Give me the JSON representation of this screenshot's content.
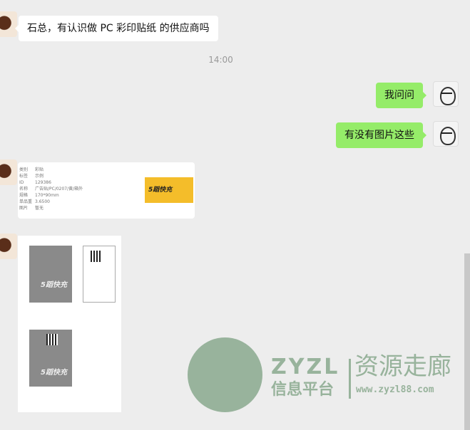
{
  "messages": [
    {
      "side": "left",
      "text": "石总，有认识做 PC 彩印贴纸 的供应商吗"
    },
    {
      "side": "right",
      "text": "我问问"
    },
    {
      "side": "right",
      "text": "有没有图片这些"
    }
  ],
  "time": "14:00",
  "card": {
    "rows": [
      {
        "k": "类别",
        "v": "彩贴"
      },
      {
        "k": "标签",
        "v": "示例"
      },
      {
        "k": "ID",
        "v": "129386"
      },
      {
        "k": "名称",
        "v": "广告贴/PC/0207/黄/箱外"
      },
      {
        "k": "规格",
        "v": "170*90mm"
      },
      {
        "k": "单品重",
        "v": "3.6500"
      },
      {
        "k": "图片",
        "v": "暂无"
      }
    ],
    "image_text": "5蹈快充"
  },
  "sheet": {
    "label": "5蹈快充"
  },
  "watermark": {
    "brand": "ZYZL",
    "sub": "信息平台",
    "cn": "资源走廊",
    "url": "www.zyzl88.com"
  }
}
